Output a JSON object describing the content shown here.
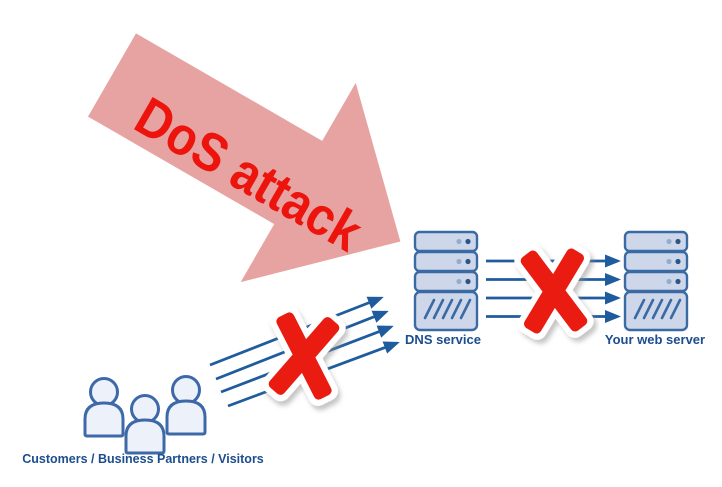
{
  "diagram": {
    "title_label": "DoS attack",
    "nodes": {
      "customers": {
        "label": "Customers / Business Partners / Visitors",
        "icon": "people-group-icon"
      },
      "dns": {
        "label": "DNS service",
        "icon": "server-stack-icon"
      },
      "web": {
        "label": "Your web server",
        "icon": "server-stack-icon"
      }
    },
    "flows": [
      {
        "from": "customers",
        "to": "dns",
        "arrows": 4,
        "status": "blocked"
      },
      {
        "from": "dns",
        "to": "web",
        "arrows": 4,
        "status": "blocked"
      }
    ],
    "colors": {
      "arrow_pink": "#e7a2a2",
      "attack_red": "#ec140c",
      "x_red": "#ea1b10",
      "line_blue": "#1f5c9e",
      "server_border": "#3a6aa4",
      "server_fill": "#cdd7e9",
      "label_blue": "#1b4d8f",
      "people_stroke": "#3e69a9",
      "people_fill": "#edf1f9",
      "background": "#ffffff"
    }
  }
}
